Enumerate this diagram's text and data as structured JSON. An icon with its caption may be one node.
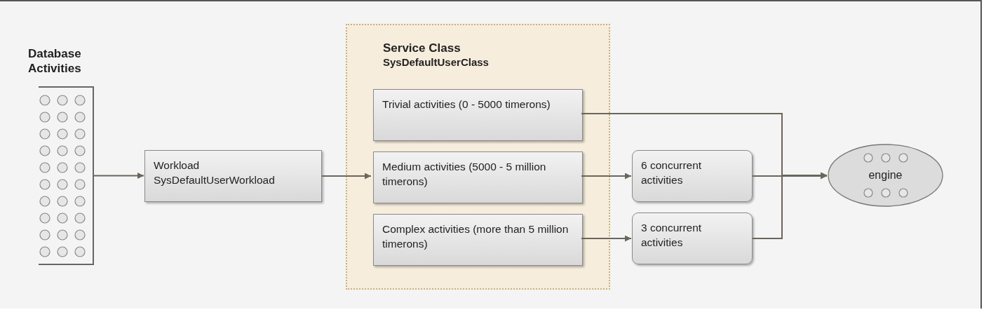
{
  "diagram": {
    "nodes": [
      {
        "text": [
          "Database Activities"
        ]
      },
      {
        "text": [
          "Workload",
          "SysDefaultUserWorkload"
        ]
      },
      {
        "text": [
          "Service Class",
          "SysDefaultUserClass"
        ]
      },
      {
        "text": [
          "Trivial activities (0 - 5000 timerons)"
        ],
        "in": 2
      },
      {
        "text": [
          "Medium activities (5000 - 5 million timerons)"
        ],
        "in": 2
      },
      {
        "text": [
          "Complex activities (more than 5 million timerons)"
        ],
        "in": 2
      },
      {
        "text": [
          "6 concurrent activities"
        ]
      },
      {
        "text": [
          "3 concurrent activities"
        ]
      },
      {
        "text": [
          "engine"
        ]
      }
    ],
    "edges": [
      {
        "from": 0,
        "to": 1,
        "arrow": "to"
      },
      {
        "from": 1,
        "to": 4,
        "arrow": "to"
      },
      {
        "from": 4,
        "to": 6,
        "arrow": "to"
      },
      {
        "from": 5,
        "to": 7,
        "arrow": "to"
      },
      {
        "from": 3,
        "to": 8,
        "arrow": "to"
      },
      {
        "from": 6,
        "to": 8,
        "arrow": "to"
      },
      {
        "from": 7,
        "to": 8,
        "arrow": "to"
      }
    ]
  }
}
